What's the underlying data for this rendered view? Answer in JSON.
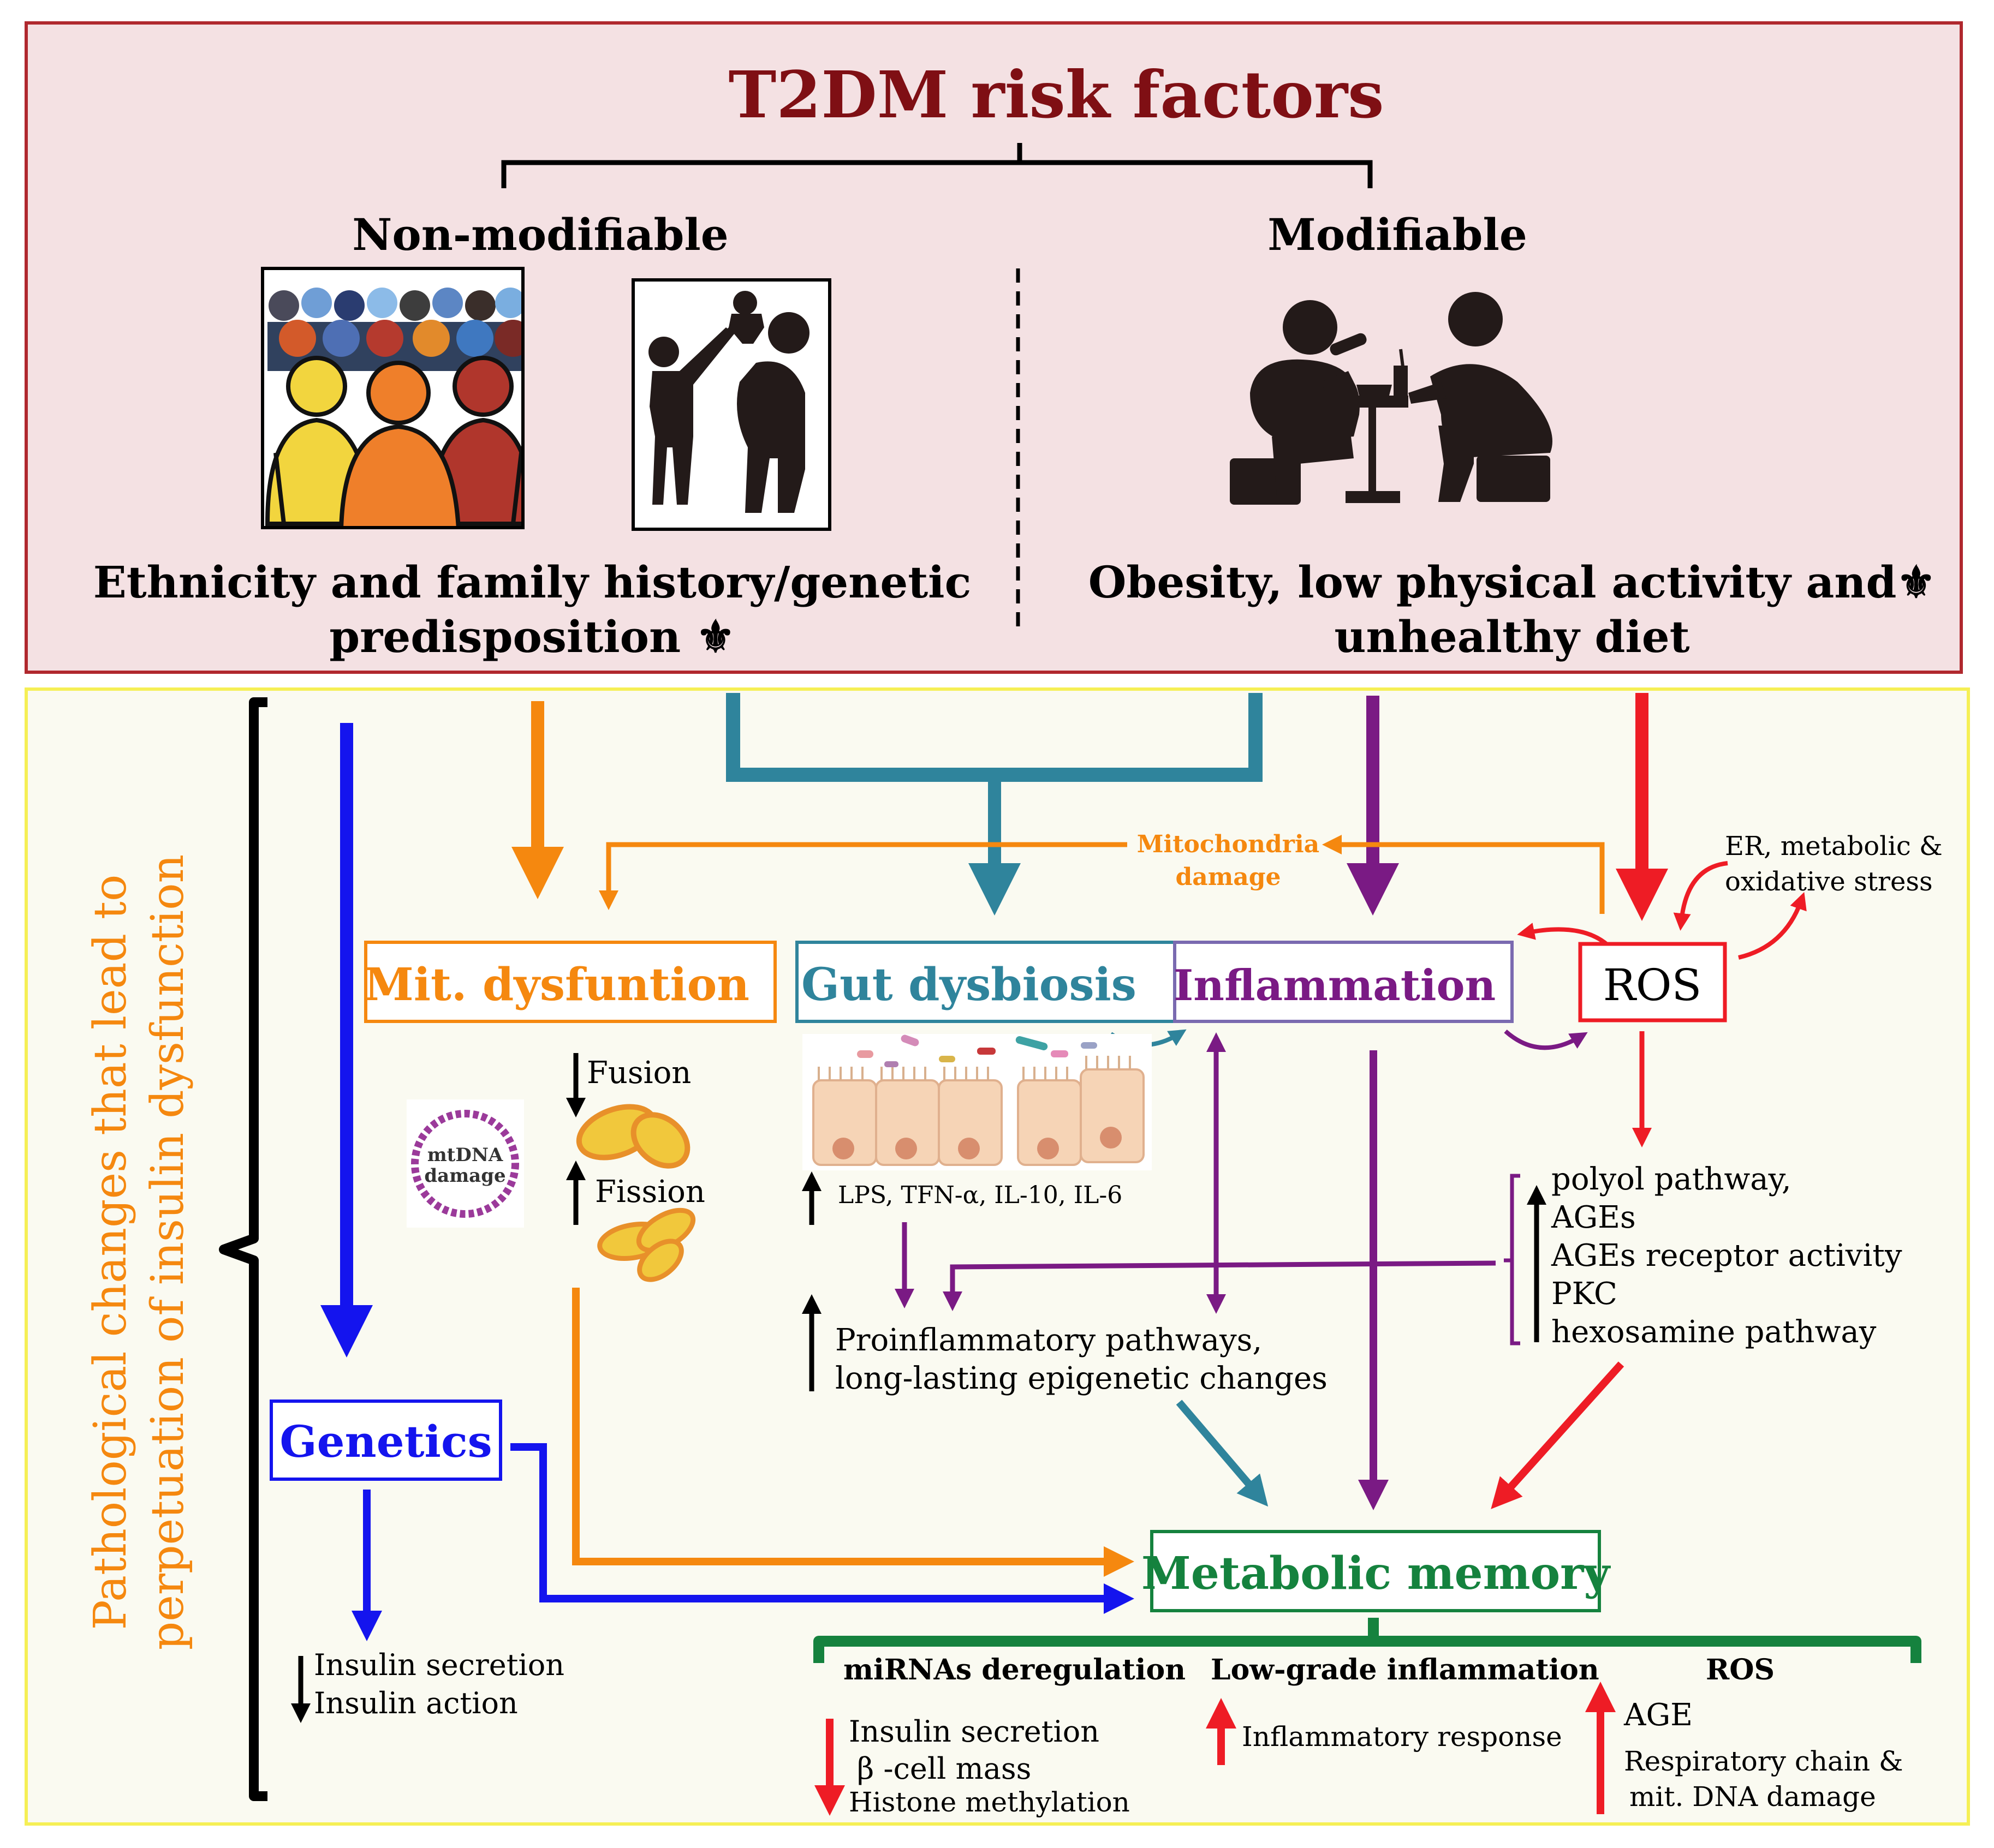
{
  "colors": {
    "top_panel_bg": "#f4e1e3",
    "top_panel_border": "#b0282e",
    "bottom_panel_bg": "#fafaf1",
    "bottom_panel_border": "#f5ef55",
    "title": "#7f0f14",
    "orange": "#f5880f",
    "teal": "#2f849c",
    "purple": "#7a1a84",
    "red": "#ee1c25",
    "blue": "#1414ee",
    "green": "#15823e",
    "black": "#000000"
  },
  "top": {
    "title": "T2DM risk factors",
    "non_modifiable": "Non-modifiable",
    "modifiable": "Modifiable",
    "non_mod_caption_1": "Ethnicity and family history/genetic",
    "non_mod_caption_2": "predisposition ⚜",
    "mod_caption_1": "Obesity, low physical activity  and⚜",
    "mod_caption_2": "unhealthy diet",
    "icons": [
      "crowd-ethnicity-icon",
      "family-icon",
      "eating-people-icon"
    ]
  },
  "side_label_1": "Pathological changes that lead to",
  "side_label_2": "perpetuation of insulin dysfunction",
  "boxes": {
    "mit": "Mit. dysfuntion",
    "gut": "Gut dysbiosis",
    "inflammation": "Inflammation",
    "ros": "ROS",
    "genetics": "Genetics",
    "metabolic_memory": "Metabolic memory"
  },
  "mito_damage_1": "Mitochondria",
  "mito_damage_2": "damage",
  "er_stress_1": "ER, metabolic &",
  "er_stress_2": "oxidative stress",
  "mtdna_1": "mtDNA",
  "mtdna_2": "damage",
  "fusion": "Fusion",
  "fission": "Fission",
  "lps": "LPS, TFN-α, IL-10, IL-6",
  "proinflam_1": "Proinflammatory pathways,",
  "proinflam_2": "long-lasting epigenetic changes",
  "ros_list": [
    "polyol pathway,",
    "AGEs",
    "AGEs receptor activity",
    "PKC",
    "hexosamine pathway"
  ],
  "genetics_effects": [
    "Insulin secretion",
    "Insulin action"
  ],
  "memory": {
    "col1_title": "miRNAs deregulation",
    "col1_items": [
      "Insulin secretion",
      "β -cell mass",
      "Histone methylation"
    ],
    "col2_title": "Low-grade inflammation",
    "col2_items": [
      "Inflammatory response"
    ],
    "col3_title": "ROS",
    "col3_items": [
      "AGE",
      "Respiratory chain &",
      "mit. DNA damage"
    ]
  }
}
